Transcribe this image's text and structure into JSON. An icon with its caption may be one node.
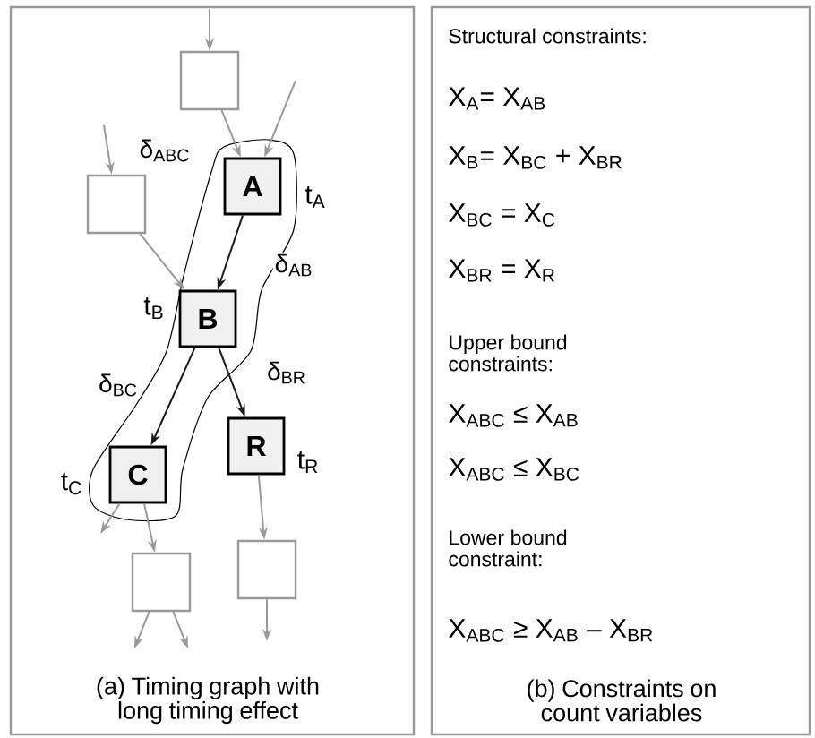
{
  "diagram": {
    "nodes": [
      {
        "text": [],
        "shape": "box"
      },
      {
        "text": [],
        "shape": "box"
      },
      {
        "text": [
          "A"
        ],
        "beside": [
          "t$_{A}$"
        ]
      },
      {
        "text": [
          "B"
        ],
        "beside": [
          "t$_{B}$"
        ]
      },
      {
        "text": [
          "C"
        ],
        "beside": [
          "t$_{C}$"
        ]
      },
      {
        "text": [
          "R"
        ],
        "beside": [
          "t$_{R}$"
        ]
      },
      {
        "text": [],
        "shape": "box"
      },
      {
        "text": [],
        "shape": "box"
      }
    ],
    "edges": [
      {
        "from": null,
        "to": 0,
        "arrow": "to"
      },
      {
        "from": 0,
        "to": 2,
        "arrow": "to"
      },
      {
        "from": null,
        "to": 2,
        "arrow": "to"
      },
      {
        "from": null,
        "to": 1,
        "arrow": "to"
      },
      {
        "from": 1,
        "to": 3,
        "arrow": "to"
      },
      {
        "from": 2,
        "to": 3,
        "arrow": "to",
        "label": "δ$_{AB}$",
        "color": "#1a1a1a"
      },
      {
        "from": 3,
        "to": 4,
        "arrow": "to",
        "label": "δ$_{BC}$",
        "color": "#1a1a1a"
      },
      {
        "from": 3,
        "to": 5,
        "arrow": "to",
        "label": "δ$_{BR}$",
        "color": "#1a1a1a"
      },
      {
        "from": 4,
        "to": null,
        "arrow": "to"
      },
      {
        "from": 4,
        "to": 6,
        "arrow": "to"
      },
      {
        "from": 5,
        "to": 7,
        "arrow": "to"
      },
      {
        "from": 6,
        "to": null,
        "arrow": "to"
      },
      {
        "from": 6,
        "to": null,
        "arrow": "to"
      },
      {
        "from": 7,
        "to": null,
        "arrow": "to"
      }
    ],
    "labels": [
      "δ$_{ABC}$",
      "(a) Timing graph with long timing effect",
      "Structural constraints:",
      "X$_{A}$= X$_{AB}$",
      "X$_{B}$= X$_{BC}$ + X$_{BR}$",
      "X$_{BC}$ = X$_{C}$",
      "X$_{BR}$ = X$_{R}$",
      "Upper bound constraints:",
      "X$_{ABC}$ ≤ X$_{AB}$",
      "X$_{ABC}$ ≤ X$_{BC}$",
      "Lower bound constraint:",
      "X$_{ABC}$ ≥ X$_{AB}$ – X$_{BR}$",
      "(b) Constraints on count variables"
    ]
  }
}
